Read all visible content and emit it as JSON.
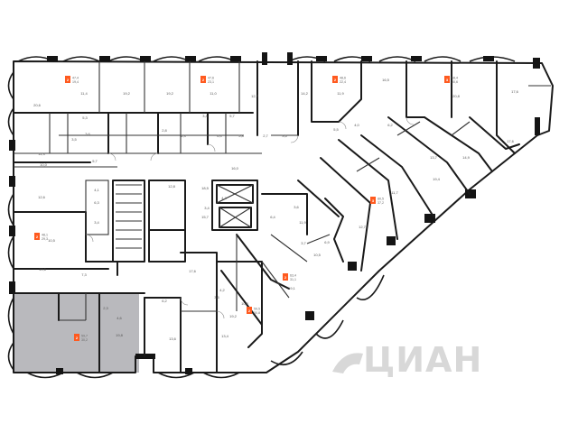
{
  "plan_title": "Floor plan",
  "highlight_color": "#b9b9bd",
  "accent_color": "#ff5a1f",
  "watermark": "ЦИАН",
  "apartments": [
    {
      "rooms": "2",
      "total": "47,4",
      "living": "19,4"
    },
    {
      "rooms": "2",
      "total": "47,6",
      "living": "23,1"
    },
    {
      "rooms": "2",
      "total": "48,6",
      "living": "22,4"
    },
    {
      "rooms": "3",
      "total": "58,4",
      "living": "30,6"
    },
    {
      "rooms": "3",
      "total": "80,5",
      "living": "37,2"
    },
    {
      "rooms": "2",
      "total": "63,4",
      "living": "31,1"
    },
    {
      "rooms": "2",
      "total": "59,5",
      "living": "30,8"
    },
    {
      "rooms": "2",
      "total": "48,1",
      "living": "29,3"
    },
    {
      "rooms": "2",
      "total": "59,7",
      "living": "30,2"
    }
  ],
  "room_areas": [
    "20,6",
    "11,4",
    "19,2",
    "19,2",
    "11,0",
    "12,7",
    "14,2",
    "11,9",
    "16,5",
    "20,8",
    "17,6",
    "5,3",
    "3,5",
    "3,6",
    "2,8",
    "6,3",
    "3,4",
    "6,4",
    "5,7",
    "5,8",
    "2,7",
    "3,6",
    "10,0",
    "16,0",
    "5,7",
    "5,5",
    "4,0",
    "11,3",
    "12,6",
    "4,1",
    "6,3",
    "3,4",
    "12,8",
    "4,3",
    "3,4",
    "18,5",
    "15,7",
    "6,4",
    "3,6",
    "6,9",
    "12,7",
    "13,7",
    "19,4",
    "14,9",
    "6,2",
    "17,6",
    "11,7",
    "19,6",
    "19,8",
    "4,6",
    "2,3",
    "13,6",
    "6,2",
    "13,4",
    "19,2",
    "10,8",
    "3,6",
    "4,2",
    "19,1",
    "10,5",
    "3,7",
    "11,9",
    "10,5",
    "7,3",
    "17,6"
  ]
}
